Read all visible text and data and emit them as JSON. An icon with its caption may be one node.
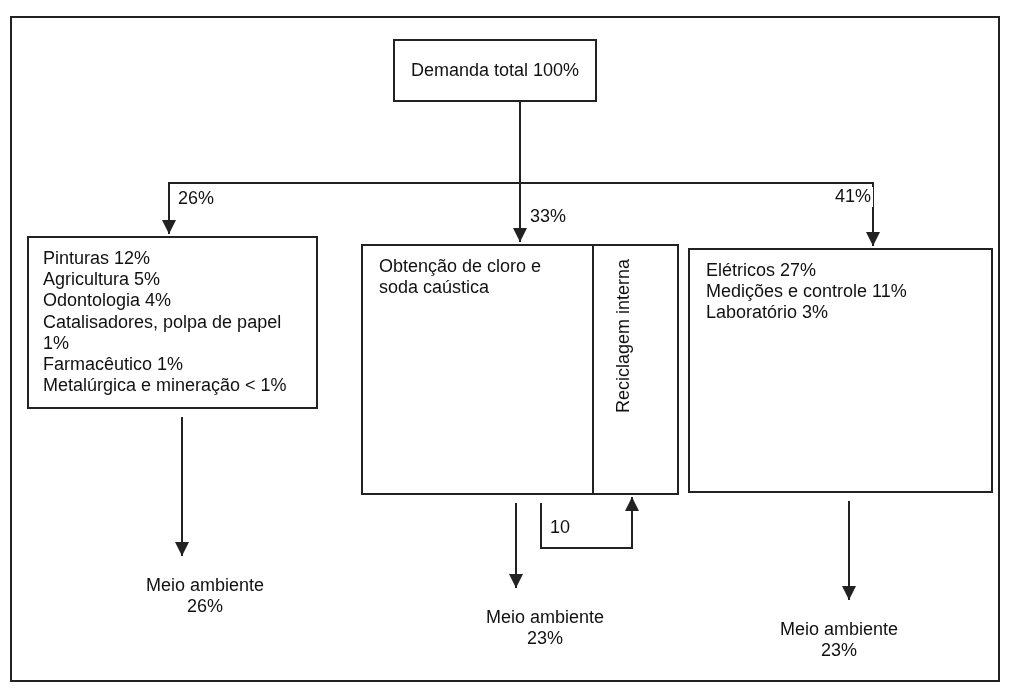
{
  "diagram": {
    "nodes": [
      {
        "text": [
          "Demanda total 100%"
        ]
      },
      {
        "text": [
          "Pinturas 12%",
          "Agricultura 5%",
          "Odontologia 4%",
          "Catalisadores, polpa de papel 1%",
          "Farmacêutico 1%",
          "Metalúrgica e mineração < 1%"
        ]
      },
      {
        "text": [
          "Obtenção de cloro e soda caústica"
        ]
      },
      {
        "text": [
          "Reciclagem interna"
        ],
        "in": 2
      },
      {
        "text": [
          "Elétricos 27%",
          "Medições e controle 11%",
          "Laboratório 3%"
        ]
      },
      {
        "text": [
          "Meio ambiente 26%"
        ]
      },
      {
        "text": [
          "Meio ambiente 23%"
        ]
      },
      {
        "text": [
          "Meio ambiente 23%"
        ]
      }
    ],
    "edges": [
      {
        "from": 0,
        "to": 1,
        "arrow": "to",
        "label": "26%"
      },
      {
        "from": 0,
        "to": 2,
        "arrow": "to",
        "label": "33%"
      },
      {
        "from": 0,
        "to": 4,
        "arrow": "to",
        "label": "41%"
      },
      {
        "from": 1,
        "to": 5,
        "arrow": "to"
      },
      {
        "from": 2,
        "to": 6,
        "arrow": "to"
      },
      {
        "from": 2,
        "to": 3,
        "arrow": "to",
        "label": "10"
      },
      {
        "from": 4,
        "to": 7,
        "arrow": "to"
      }
    ]
  }
}
